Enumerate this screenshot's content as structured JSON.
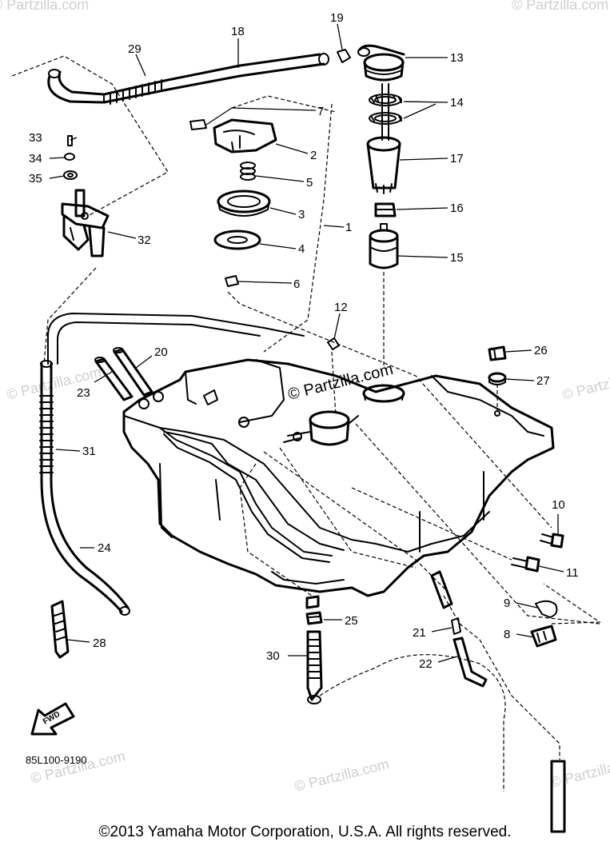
{
  "diagram": {
    "part_numbers": [
      "1",
      "2",
      "3",
      "4",
      "5",
      "6",
      "7",
      "8",
      "9",
      "10",
      "11",
      "12",
      "13",
      "14",
      "15",
      "16",
      "17",
      "18",
      "19",
      "20",
      "21",
      "22",
      "23",
      "24",
      "25",
      "26",
      "27",
      "28",
      "29",
      "30",
      "31",
      "32",
      "33",
      "34",
      "35"
    ],
    "diagram_code": "85L100-9190",
    "watermark_text": "© Partzilla.com",
    "fwd_label": "FWD",
    "ink_color": "#000000",
    "watermark_color": "#cfcfcf"
  },
  "footer": {
    "copyright": "©2013  Yamaha Motor Corporation, U.S.A. All rights reserved."
  }
}
